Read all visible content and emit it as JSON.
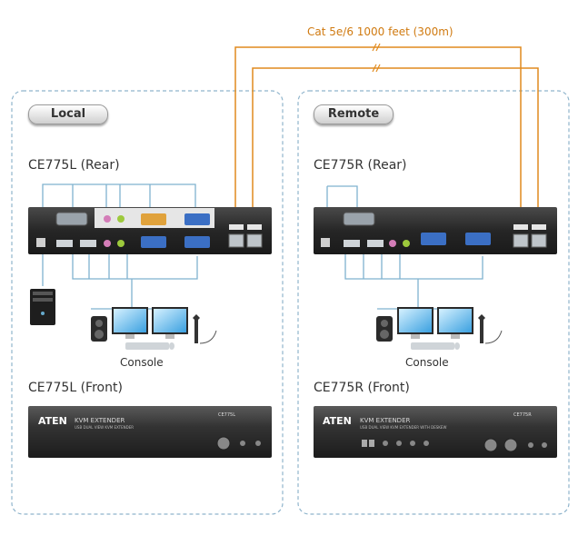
{
  "cable_label": "Cat 5e/6 1000 feet (300m)",
  "regions": {
    "local": {
      "tab": "Local",
      "rear_title": "CE775L (Rear)",
      "front_title": "CE775L (Front)",
      "console_label": "Console"
    },
    "remote": {
      "tab": "Remote",
      "rear_title": "CE775R (Rear)",
      "front_title": "CE775R (Front)",
      "console_label": "Console"
    }
  },
  "front_panel": {
    "brand": "ATEN",
    "product_line": "KVM EXTENDER",
    "local_subtitle": "USB DUAL VIEW KVM EXTENDER",
    "remote_subtitle": "USB DUAL VIEW KVM EXTENDER WITH DESKEW",
    "local_model": "CE775L",
    "remote_model": "CE775R"
  },
  "colors": {
    "cable": "#e08a1e",
    "connector_line": "#7fb2cf",
    "region_border": "#8fb4cc",
    "device_body": "#2a2a2a"
  }
}
